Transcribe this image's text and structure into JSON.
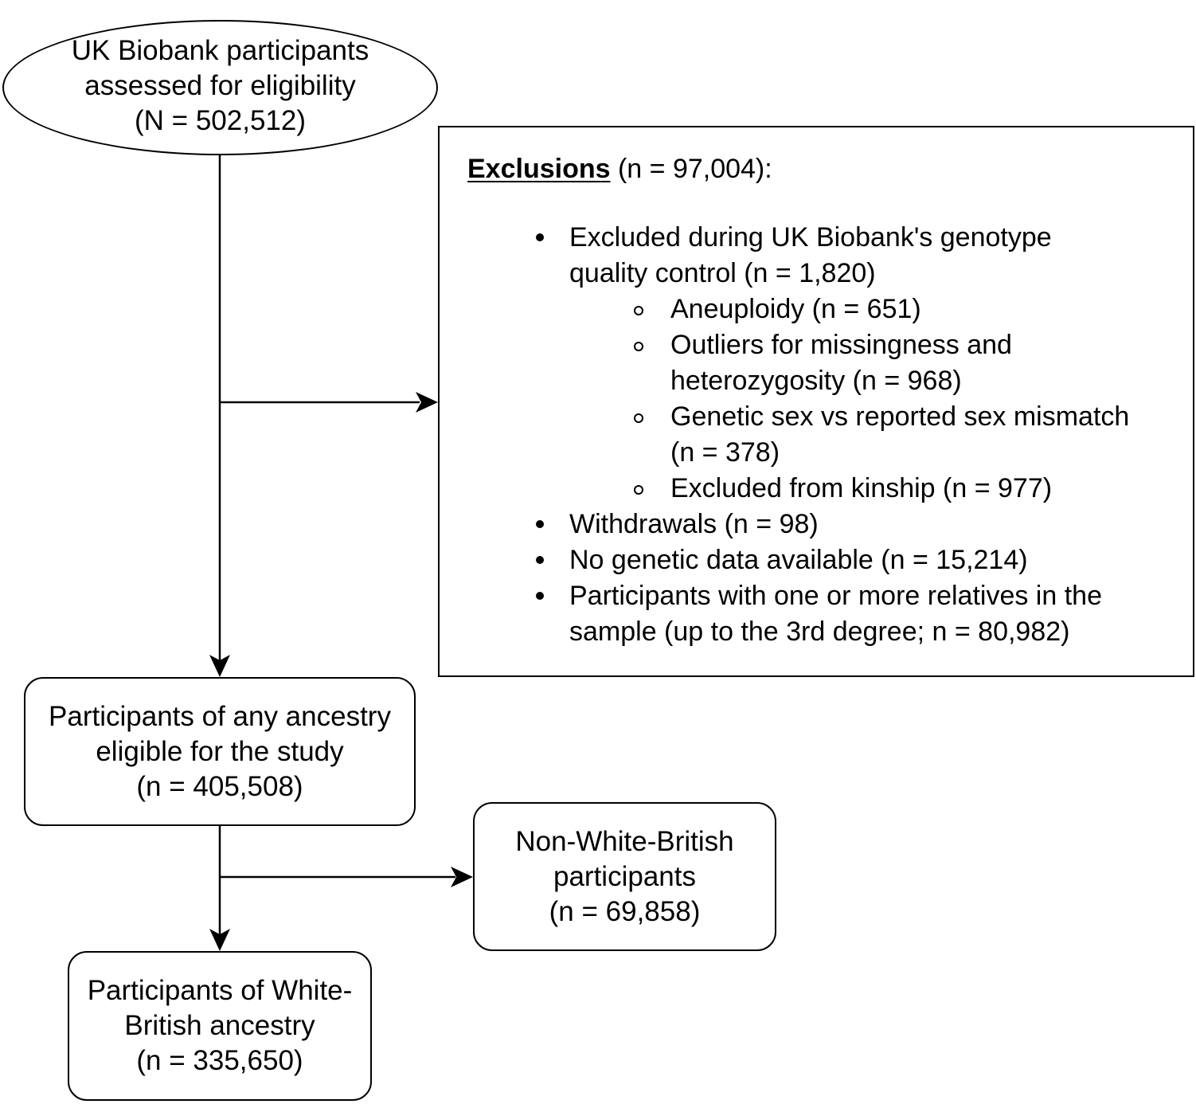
{
  "start": {
    "lines": [
      "UK Biobank participants",
      "assessed for eligibility",
      "(N = 502,512)"
    ]
  },
  "exclusions": {
    "heading_bold": "Exclusions",
    "heading_rest": " (n = 97,004):",
    "items": [
      {
        "level": 1,
        "lines": [
          "Excluded during UK Biobank's genotype",
          "quality control (n = 1,820)"
        ]
      },
      {
        "level": 2,
        "lines": [
          "Aneuploidy (n  = 651)"
        ]
      },
      {
        "level": 2,
        "lines": [
          "Outliers for missingness and",
          "heterozygosity (n = 968)"
        ]
      },
      {
        "level": 2,
        "lines": [
          "Genetic sex vs reported sex mismatch",
          "(n = 378)"
        ]
      },
      {
        "level": 2,
        "lines": [
          "Excluded from kinship (n = 977)"
        ]
      },
      {
        "level": 1,
        "lines": [
          "Withdrawals (n = 98)"
        ]
      },
      {
        "level": 1,
        "lines": [
          "No genetic data available (n = 15,214)"
        ]
      },
      {
        "level": 1,
        "lines": [
          "Participants with one or more relatives in the",
          "sample (up to the 3rd degree; n = 80,982)"
        ]
      }
    ]
  },
  "eligible": {
    "lines": [
      "Participants of any ancestry",
      "eligible for the study",
      "(n = 405,508)"
    ]
  },
  "non_white_british": {
    "lines": [
      "Non-White-British",
      "participants",
      "(n = 69,858)"
    ]
  },
  "white_british": {
    "lines": [
      "Participants of White-",
      "British ancestry",
      "(n = 335,650)"
    ]
  }
}
